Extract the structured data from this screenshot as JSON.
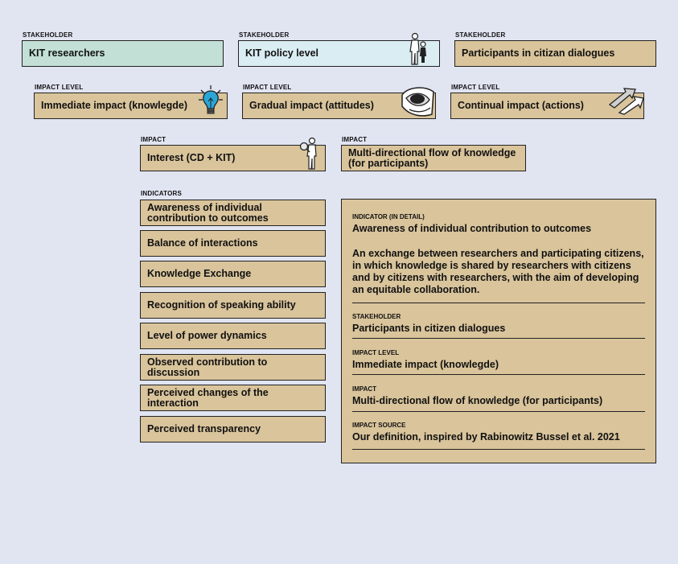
{
  "stakeholders": [
    {
      "caption": "STAKEHOLDER",
      "label": "KIT researchers"
    },
    {
      "caption": "STAKEHOLDER",
      "label": "KIT policy level"
    },
    {
      "caption": "STAKEHOLDER",
      "label": "Participants in citizan dialogues"
    }
  ],
  "impact_levels": [
    {
      "caption": "IMPACT LEVEL",
      "label": "Immediate impact (knowlegde)"
    },
    {
      "caption": "IMPACT LEVEL",
      "label": "Gradual impact (attitudes)"
    },
    {
      "caption": "IMPACT LEVEL",
      "label": "Continual impact (actions)"
    }
  ],
  "impacts": [
    {
      "caption": "IMPACT",
      "label": "Interest (CD + KIT)"
    },
    {
      "caption": "IMPACT",
      "label": "Multi-directional flow of knowledge (for participants)"
    }
  ],
  "indicators": {
    "caption": "INDICATORS",
    "items": [
      "Awareness of individual contribution to outcomes",
      "Balance of interactions",
      "Knowledge Exchange",
      "Recognition of speaking ability",
      "Level of power dynamics",
      "Observed contribution to discussion",
      "Perceived changes of the interaction",
      "Perceived transparency"
    ]
  },
  "detail": {
    "caption": "INDICATOR (IN DETAIL)",
    "title": "Awareness of individual contribution to outcomes",
    "description": "An exchange between researchers and participating citizens, in which knowledge is shared by researchers with citizens and by citizens with researchers, with the aim of developing an equitable collaboration.",
    "stakeholder_caption": "STAKEHOLDER",
    "stakeholder": "Participants in citizen dialogues",
    "impact_level_caption": "IMPACT LEVEL",
    "impact_level": "Immediate impact (knowlegde)",
    "impact_caption": "IMPACT",
    "impact": "Multi-directional flow of knowledge (for participants)",
    "source_caption": "IMPACT SOURCE",
    "source": "Our definition, inspired by Rabinowitz Bussel et al. 2021"
  },
  "colors": {
    "background": "#e1e4f1",
    "tan": "#d9c49b",
    "green": "#c3e0d6",
    "blue": "#daedf3",
    "bulb": "#2aa6d6"
  },
  "icons": [
    "person-with-child-icon",
    "lightbulb-icon",
    "eye-icon",
    "arrows-icon",
    "person-with-magnifier-icon"
  ]
}
